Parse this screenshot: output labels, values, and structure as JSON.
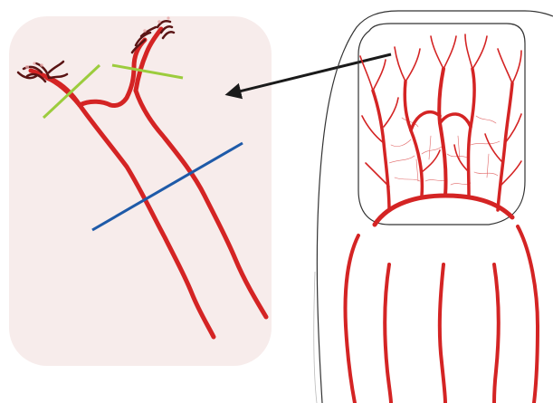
{
  "colors": {
    "background": "#ffffff",
    "inset_panel": "#f7eceb",
    "vessel": "#d42424",
    "vessel_tip": "#5a1414",
    "outline": "#333333",
    "arrow": "#1a1a1a",
    "marker_green": "#9ccc3d",
    "marker_blue": "#1e5aa8"
  },
  "diagram": {
    "panels": [
      "magnified-capillary-inset",
      "fingertip-nailfold-overview"
    ],
    "connectors": [
      "arrow-overview-to-inset"
    ],
    "measurement_markers": [
      "green-limb-marker-left",
      "green-limb-marker-right",
      "blue-loop-width-marker"
    ]
  }
}
